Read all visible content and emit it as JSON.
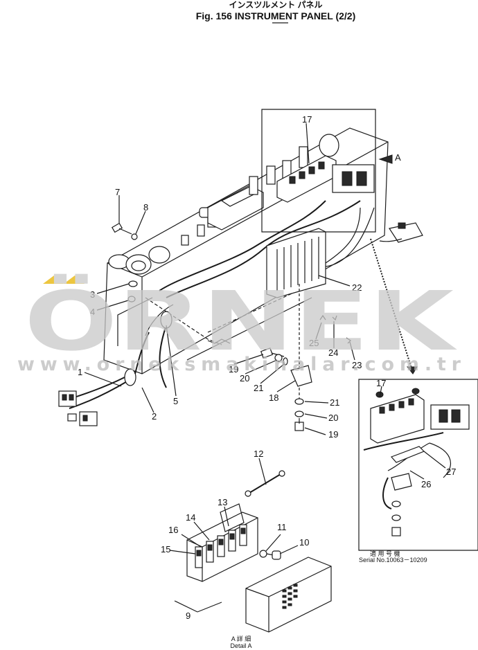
{
  "header": {
    "japanese_title": "インスツルメント パネル",
    "title": "Fig. 156 INSTRUMENT PANEL (2/2)"
  },
  "watermark": {
    "brand": "ÖRNEK",
    "url": "www.orneksmakinalar.com.tr",
    "color": "#c9c9c9",
    "accent": "#e8b400"
  },
  "view_marker": {
    "label": "A"
  },
  "callouts": {
    "c1": "1",
    "c2": "2",
    "c3": "3",
    "c4": "4",
    "c5": "5",
    "c7": "7",
    "c8": "8",
    "c9": "9",
    "c10": "10",
    "c11": "11",
    "c12": "12",
    "c13": "13",
    "c14": "14",
    "c15": "15",
    "c16": "16",
    "c17": "17",
    "c17b": "17",
    "c18": "18",
    "c19a": "19",
    "c19b": "19",
    "c20a": "20",
    "c20b": "20",
    "c21a": "21",
    "c21b": "21",
    "c22": "22",
    "c23": "23",
    "c24": "24",
    "c25": "25",
    "c26": "26",
    "c27": "27"
  },
  "inset": {
    "applicable_jp": "適 用 号 機",
    "serial": "Serial No.10063－10209"
  },
  "detail": {
    "jp": "A 詳 細",
    "label": "Detail A"
  }
}
